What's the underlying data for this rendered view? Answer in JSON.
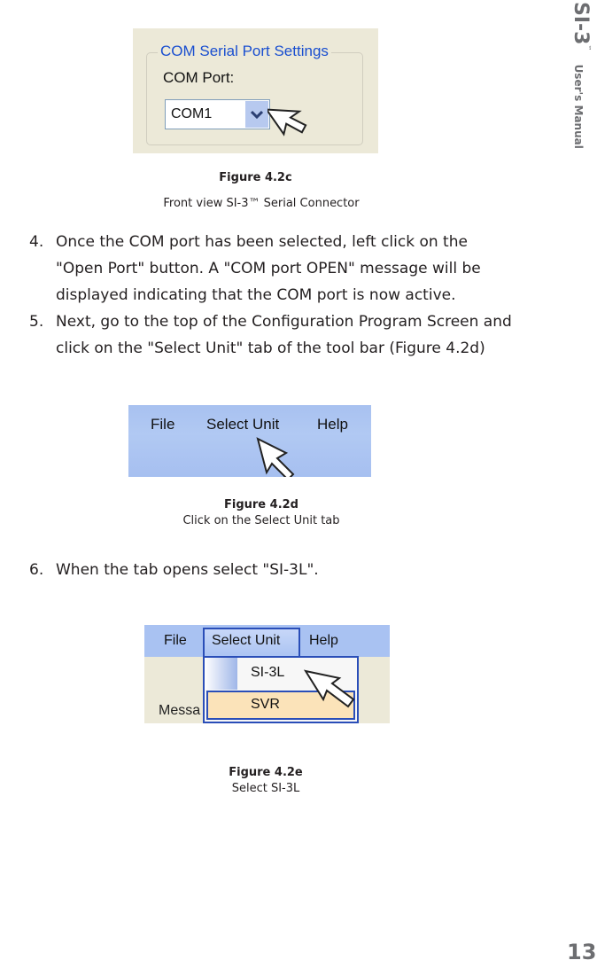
{
  "header": {
    "product": "SI-3",
    "trademark": "™",
    "subtitle": "User's Manual",
    "page_number": "13"
  },
  "figure_c": {
    "group_title": "COM Serial Port Settings",
    "field_label": "COM Port:",
    "combo_value": "COM1",
    "caption_title": "Figure 4.2c",
    "caption_text": "Front view SI-3™ Serial Connector"
  },
  "steps": [
    {
      "num": "4.",
      "text": "Once the COM port has been selected, left click on the \"Open Port\" button. A \"COM  port OPEN\" message will be displayed indicating that the COM port is now active."
    },
    {
      "num": "5.",
      "text": "Next, go to the top of the Configuration Program Screen and click on the \"Select Unit\" tab of the tool bar (Figure 4.2d)"
    },
    {
      "num": "6.",
      "text": "When the tab opens select \"SI-3L\"."
    }
  ],
  "figure_d": {
    "menu": [
      "File",
      "Select Unit",
      "Help"
    ],
    "caption_title": "Figure 4.2d",
    "caption_text": "Click on the Select Unit tab"
  },
  "figure_e": {
    "menu": [
      "File",
      "Select Unit",
      "Help"
    ],
    "dropdown_items": [
      "SI-3L",
      "SVR"
    ],
    "partial_label": "Messa",
    "caption_title": "Figure 4.2e",
    "caption_text": "Select SI-3L"
  }
}
